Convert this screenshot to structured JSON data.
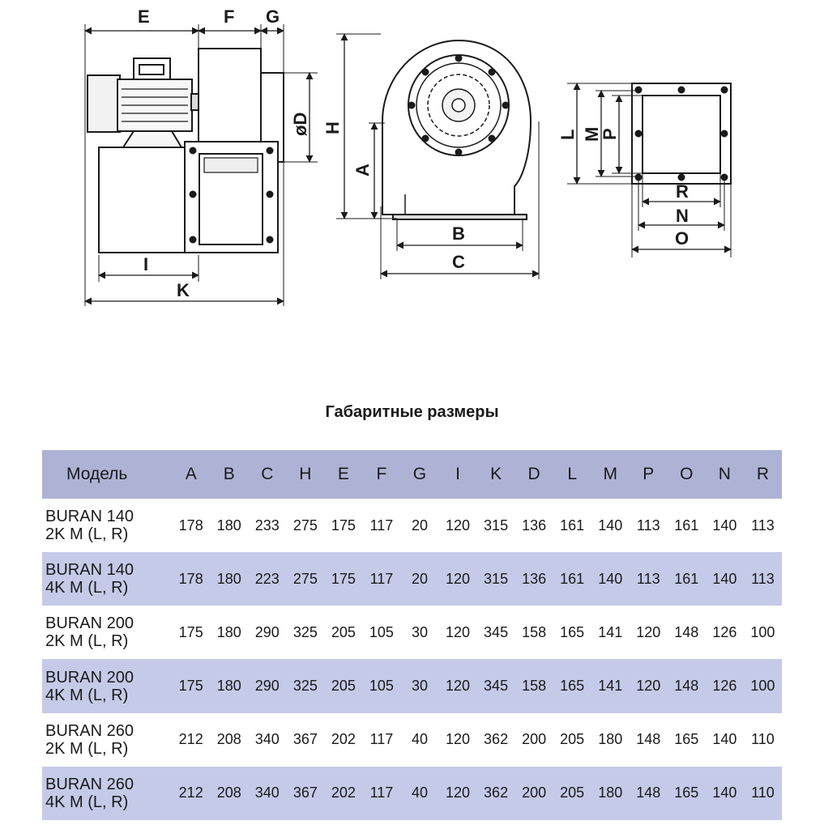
{
  "drawing_labels": {
    "E": "E",
    "F": "F",
    "G": "G",
    "D": "øD",
    "H": "H",
    "A": "A",
    "I": "I",
    "K": "K",
    "B": "B",
    "C": "C",
    "L": "L",
    "M": "M",
    "P": "P",
    "R": "R",
    "N": "N",
    "O": "O"
  },
  "title": "Габаритные размеры",
  "table": {
    "model_header": "Модель",
    "columns": [
      "A",
      "B",
      "C",
      "H",
      "E",
      "F",
      "G",
      "I",
      "K",
      "D",
      "L",
      "M",
      "P",
      "O",
      "N",
      "R"
    ],
    "rows": [
      {
        "model": [
          "BURAN 140",
          "2K M (L, R)"
        ],
        "values": [
          "178",
          "180",
          "233",
          "275",
          "175",
          "117",
          "20",
          "120",
          "315",
          "136",
          "161",
          "140",
          "113",
          "161",
          "140",
          "113"
        ]
      },
      {
        "model": [
          "BURAN 140",
          "4K M (L, R)"
        ],
        "values": [
          "178",
          "180",
          "223",
          "275",
          "175",
          "117",
          "20",
          "120",
          "315",
          "136",
          "161",
          "140",
          "113",
          "161",
          "140",
          "113"
        ]
      },
      {
        "model": [
          "BURAN 200",
          "2K M (L, R)"
        ],
        "values": [
          "175",
          "180",
          "290",
          "325",
          "205",
          "105",
          "30",
          "120",
          "345",
          "158",
          "165",
          "141",
          "120",
          "148",
          "126",
          "100"
        ]
      },
      {
        "model": [
          "BURAN 200",
          "4K M (L, R)"
        ],
        "values": [
          "175",
          "180",
          "290",
          "325",
          "205",
          "105",
          "30",
          "120",
          "345",
          "158",
          "165",
          "141",
          "120",
          "148",
          "126",
          "100"
        ]
      },
      {
        "model": [
          "BURAN 260",
          "2K M (L, R)"
        ],
        "values": [
          "212",
          "208",
          "340",
          "367",
          "202",
          "117",
          "40",
          "120",
          "362",
          "200",
          "205",
          "180",
          "148",
          "165",
          "140",
          "110"
        ]
      },
      {
        "model": [
          "BURAN 260",
          "4K M (L, R)"
        ],
        "values": [
          "212",
          "208",
          "340",
          "367",
          "202",
          "117",
          "40",
          "120",
          "362",
          "200",
          "205",
          "180",
          "148",
          "165",
          "140",
          "110"
        ]
      }
    ]
  }
}
